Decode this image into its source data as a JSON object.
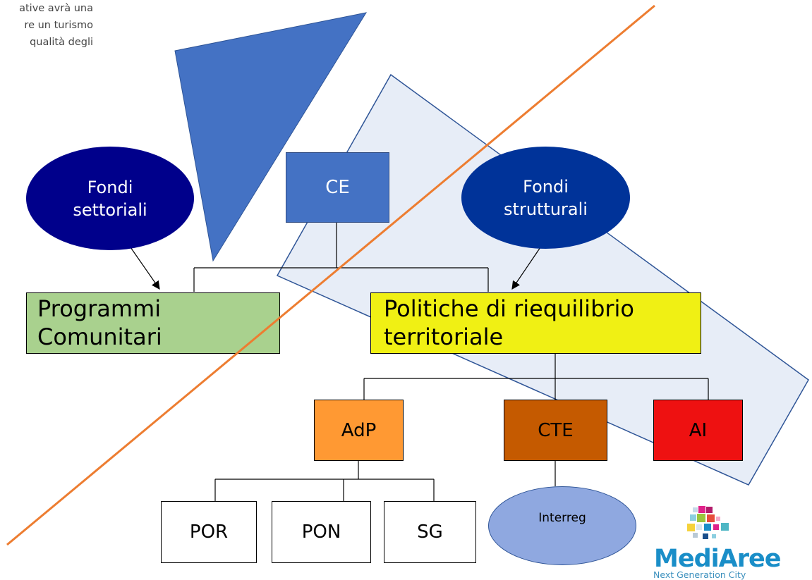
{
  "snippet_lines": [
    "ative avrà una",
    "re un turismo",
    "qualità degli"
  ],
  "nodes": {
    "fondi_settoriali": "Fondi\nsettoriali",
    "ce": "CE",
    "fondi_strutturali": "Fondi\nstrutturali",
    "programmi_comunitari": "Programmi\nComunitari",
    "politiche": "Politiche di riequilibrio\nterritoriale",
    "adp": "AdP",
    "cte": "CTE",
    "ai": "AI",
    "por": "POR",
    "pon": "PON",
    "sg": "SG",
    "interreg": "Interreg"
  },
  "colors": {
    "dark_navy": "#00008b",
    "blue_box": "#4472c4",
    "blue_ellipse": "#003399",
    "green": "#a9d18e",
    "yellow": "#f0f014",
    "orange": "#ff9933",
    "brown": "#c55a00",
    "red": "#ee1111",
    "interreg": "#8fa8e0",
    "orange_line": "#ed7d31",
    "triangle": "#4472c4",
    "band_fill": "#dae3f3",
    "band_stroke": "#2f5597"
  },
  "logo": {
    "brand": "MediAree",
    "tagline": "Next Generation City"
  }
}
